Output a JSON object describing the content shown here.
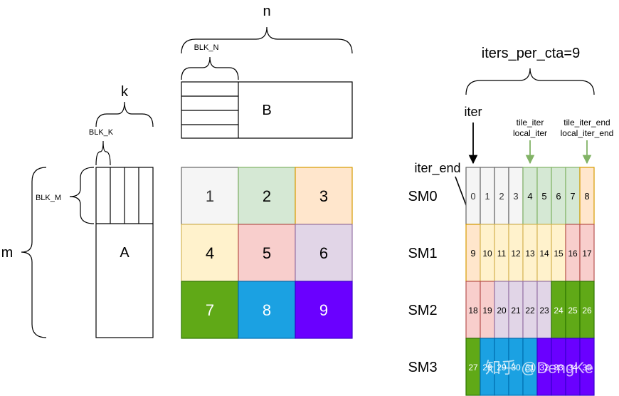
{
  "matrix_B": {
    "dim_label": "n",
    "block_label": "BLK_N",
    "name": "B"
  },
  "matrix_A": {
    "dim_label": "k",
    "block_label": "BLK_K",
    "rows_label": "m",
    "block_rows_label": "BLK_M",
    "name": "A"
  },
  "output_tiles": {
    "labels": [
      "1",
      "2",
      "3",
      "4",
      "5",
      "6",
      "7",
      "8",
      "9"
    ],
    "fills": [
      "#f5f5f5",
      "#d5e8d4",
      "#ffe6cc",
      "#fff2cc",
      "#f8cecc",
      "#e1d5e7",
      "#60a917",
      "#1ba1e2",
      "#6a00ff"
    ],
    "strokes": [
      "#666666",
      "#82b366",
      "#d79b00",
      "#d6b656",
      "#b85450",
      "#9673a6",
      "#2d7600",
      "#006eaf",
      "#3700cc"
    ],
    "text_colors": [
      "#333333",
      "#000000",
      "#000000",
      "#000000",
      "#000000",
      "#000000",
      "#ffffff",
      "#ffffff",
      "#ffffff"
    ]
  },
  "stream_k": {
    "iters_label": "iters_per_cta=9",
    "iter_label": "iter",
    "iter_end_label": "iter_end",
    "tile_iter_label": "tile_iter",
    "local_iter_label": "local_iter",
    "tile_iter_end_label": "tile_iter_end",
    "local_iter_end_label": "local_iter_end",
    "arrow_green": "#82b366",
    "sm_rows": [
      {
        "label": "SM0",
        "cells": [
          "0",
          "1",
          "2",
          "3",
          "4",
          "5",
          "6",
          "7",
          "8"
        ],
        "tiles": [
          1,
          1,
          1,
          1,
          2,
          2,
          2,
          2,
          3
        ]
      },
      {
        "label": "SM1",
        "cells": [
          "9",
          "10",
          "11",
          "12",
          "13",
          "14",
          "15",
          "16",
          "17"
        ],
        "tiles": [
          3,
          4,
          4,
          4,
          4,
          4,
          4,
          5,
          5
        ]
      },
      {
        "label": "SM2",
        "cells": [
          "18",
          "19",
          "20",
          "21",
          "22",
          "23",
          "24",
          "25",
          "26"
        ],
        "tiles": [
          5,
          5,
          6,
          6,
          6,
          6,
          7,
          7,
          7
        ]
      },
      {
        "label": "SM3",
        "cells": [
          "27",
          "28",
          "29",
          "30",
          "31",
          "32",
          "33",
          "34",
          "35"
        ],
        "tiles": [
          7,
          8,
          8,
          8,
          8,
          9,
          9,
          9,
          9
        ]
      }
    ]
  },
  "watermark": "知乎 @DengKe"
}
